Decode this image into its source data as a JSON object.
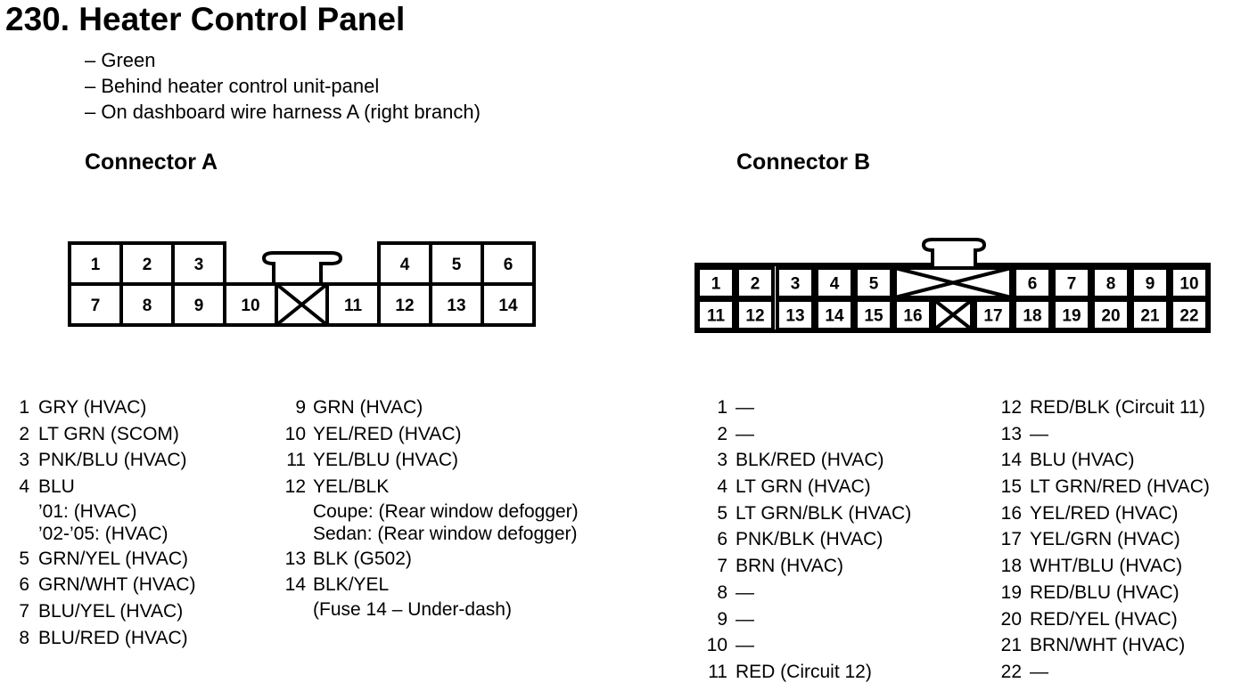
{
  "title": "230. Heater Control Panel",
  "notes": [
    "– Green",
    "– Behind heater control unit-panel",
    "– On dashboard wire harness A (right branch)"
  ],
  "connector_a": {
    "label": "Connector A",
    "pins_top": [
      "1",
      "2",
      "3",
      "4",
      "5",
      "6"
    ],
    "pins_bottom": [
      "7",
      "8",
      "9",
      "10",
      "11",
      "12",
      "13",
      "14"
    ],
    "list_left": [
      {
        "num": "1",
        "text": "GRY (HVAC)"
      },
      {
        "num": "2",
        "text": "LT GRN (SCOM)"
      },
      {
        "num": "3",
        "text": "PNK/BLU (HVAC)"
      },
      {
        "num": "4",
        "text": "BLU",
        "sub": [
          "’01: (HVAC)",
          "’02-’05: (HVAC)"
        ]
      },
      {
        "num": "5",
        "text": "GRN/YEL (HVAC)"
      },
      {
        "num": "6",
        "text": "GRN/WHT (HVAC)"
      },
      {
        "num": "7",
        "text": "BLU/YEL (HVAC)"
      },
      {
        "num": "8",
        "text": "BLU/RED (HVAC)"
      }
    ],
    "list_right": [
      {
        "num": "9",
        "text": "GRN (HVAC)"
      },
      {
        "num": "10",
        "text": "YEL/RED (HVAC)"
      },
      {
        "num": "11",
        "text": "YEL/BLU (HVAC)"
      },
      {
        "num": "12",
        "text": "YEL/BLK",
        "sub": [
          "Coupe: (Rear window defogger)",
          "Sedan: (Rear window defogger)"
        ]
      },
      {
        "num": "13",
        "text": "BLK (G502)"
      },
      {
        "num": "14",
        "text": "BLK/YEL",
        "sub": [
          "(Fuse 14 – Under-dash)"
        ]
      }
    ]
  },
  "connector_b": {
    "label": "Connector B",
    "pins_top": [
      "1",
      "2",
      "3",
      "4",
      "5",
      "6",
      "7",
      "8",
      "9",
      "10"
    ],
    "pins_bottom": [
      "11",
      "12",
      "13",
      "14",
      "15",
      "16",
      "17",
      "18",
      "19",
      "20",
      "21",
      "22"
    ],
    "list_left": [
      {
        "num": "1",
        "text": "—"
      },
      {
        "num": "2",
        "text": "—"
      },
      {
        "num": "3",
        "text": "BLK/RED (HVAC)"
      },
      {
        "num": "4",
        "text": "LT GRN (HVAC)"
      },
      {
        "num": "5",
        "text": "LT GRN/BLK (HVAC)"
      },
      {
        "num": "6",
        "text": "PNK/BLK (HVAC)"
      },
      {
        "num": "7",
        "text": "BRN (HVAC)"
      },
      {
        "num": "8",
        "text": "—"
      },
      {
        "num": "9",
        "text": "—"
      },
      {
        "num": "10",
        "text": "—"
      },
      {
        "num": "11",
        "text": "RED (Circuit 12)"
      }
    ],
    "list_right": [
      {
        "num": "12",
        "text": "RED/BLK (Circuit 11)"
      },
      {
        "num": "13",
        "text": "—"
      },
      {
        "num": "14",
        "text": "BLU (HVAC)"
      },
      {
        "num": "15",
        "text": "LT GRN/RED (HVAC)"
      },
      {
        "num": "16",
        "text": "YEL/RED (HVAC)"
      },
      {
        "num": "17",
        "text": "YEL/GRN (HVAC)"
      },
      {
        "num": "18",
        "text": "WHT/BLU (HVAC)"
      },
      {
        "num": "19",
        "text": "RED/BLU (HVAC)"
      },
      {
        "num": "20",
        "text": "RED/YEL (HVAC)"
      },
      {
        "num": "21",
        "text": "BRN/WHT (HVAC)"
      },
      {
        "num": "22",
        "text": "—"
      }
    ]
  }
}
